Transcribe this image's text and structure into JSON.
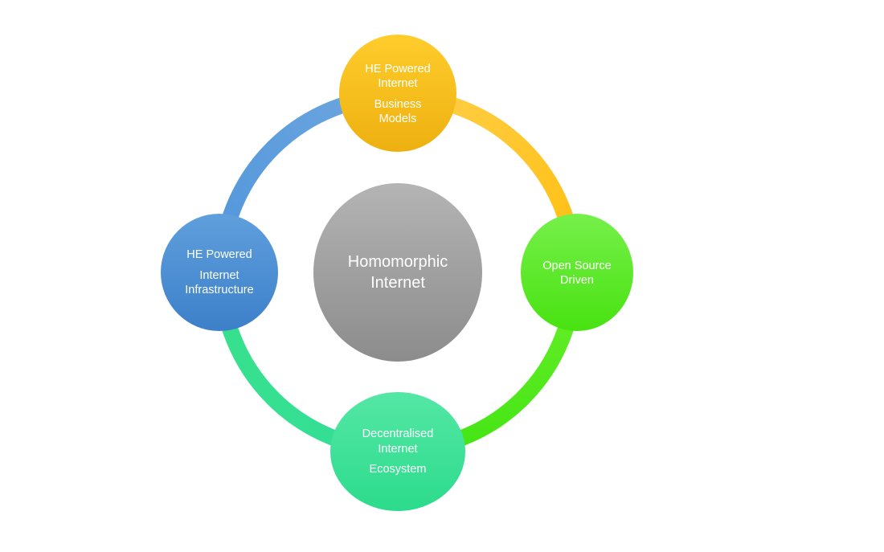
{
  "diagram": {
    "center": {
      "lines": [
        "Homomorphic",
        "Internet"
      ]
    },
    "nodes": {
      "top": {
        "lines": [
          "HE Powered",
          "Internet",
          "Business",
          "Models"
        ],
        "color": "#f8b900"
      },
      "right": {
        "lines": [
          "Open Source",
          "Driven"
        ],
        "color": "#54e81c"
      },
      "bottom": {
        "lines": [
          "Decentralised",
          "Internet",
          "Ecosystem"
        ],
        "color": "#34dc94"
      },
      "left": {
        "lines": [
          "HE Powered",
          "Internet",
          "Infrastructure"
        ],
        "color": "#4a8fd4"
      }
    },
    "ring_colors": {
      "top_left": "#5b9bd8",
      "top_right": "#ffc21a",
      "bottom_right": "#4fe61f",
      "bottom_left": "#3ee59e"
    },
    "center_color": "#a0a0a0"
  }
}
